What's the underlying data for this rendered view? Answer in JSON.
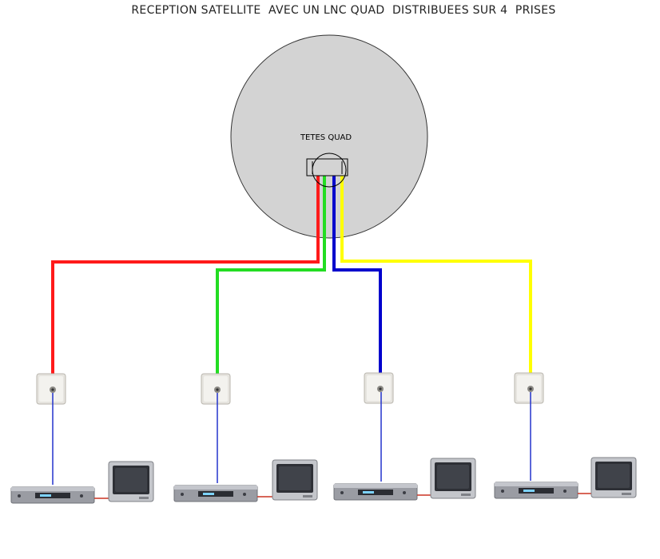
{
  "title": "RECEPTION SATELLITE  AVEC UN LNC QUAD  DISTRIBUEES SUR 4  PRISES",
  "lnb_label": "TETES QUAD",
  "colors": {
    "dish": "#d3d3d3",
    "cable_red": "#ff1a1a",
    "cable_green": "#22dd22",
    "cable_blue": "#0000cc",
    "cable_yellow": "#ffff00",
    "drop_cable": "#2233cc",
    "av_cable": "#cc3322"
  },
  "outlets": [
    {
      "cable": "red"
    },
    {
      "cable": "green"
    },
    {
      "cable": "blue"
    },
    {
      "cable": "yellow"
    }
  ]
}
